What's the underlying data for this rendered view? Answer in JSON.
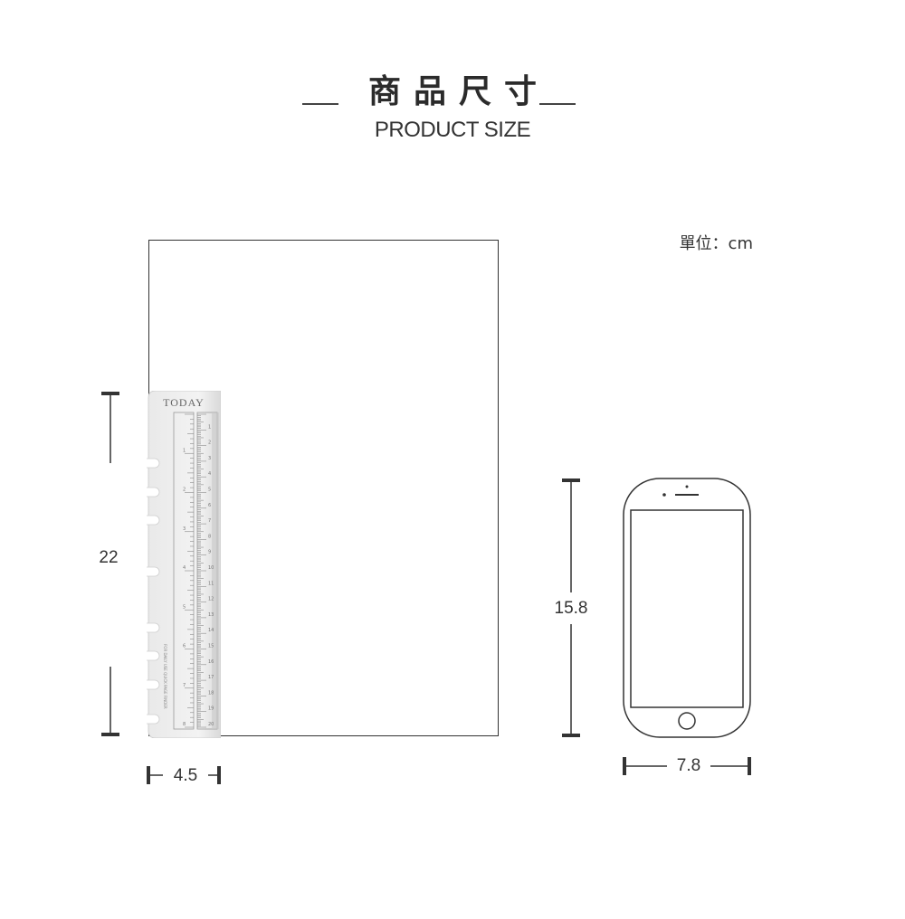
{
  "title": {
    "chinese": "商品尺寸",
    "english": "PRODUCT SIZE"
  },
  "unit_label": "單位：cm",
  "dimensions": {
    "page_height": "22",
    "ruler_width": "4.5",
    "phone_height": "15.8",
    "phone_width": "7.8"
  },
  "ruler": {
    "title": "TODAY",
    "footnote": "FOR DAILY USE QUICK PAGE FINDER",
    "inch_ticks": [
      "1",
      "2",
      "3",
      "4",
      "5",
      "6",
      "7",
      "8"
    ],
    "cm_ticks": [
      "1",
      "2",
      "3",
      "4",
      "5",
      "6",
      "7",
      "8",
      "9",
      "10",
      "11",
      "12",
      "13",
      "14",
      "15",
      "16",
      "17",
      "18",
      "19",
      "20"
    ]
  },
  "colors": {
    "line": "#333333",
    "ruler_body": "#f2f2f2",
    "ruler_shade": "#cfcfcf"
  },
  "icons": [
    "phone-home-button-icon",
    "phone-camera-icon",
    "phone-speaker-icon"
  ]
}
